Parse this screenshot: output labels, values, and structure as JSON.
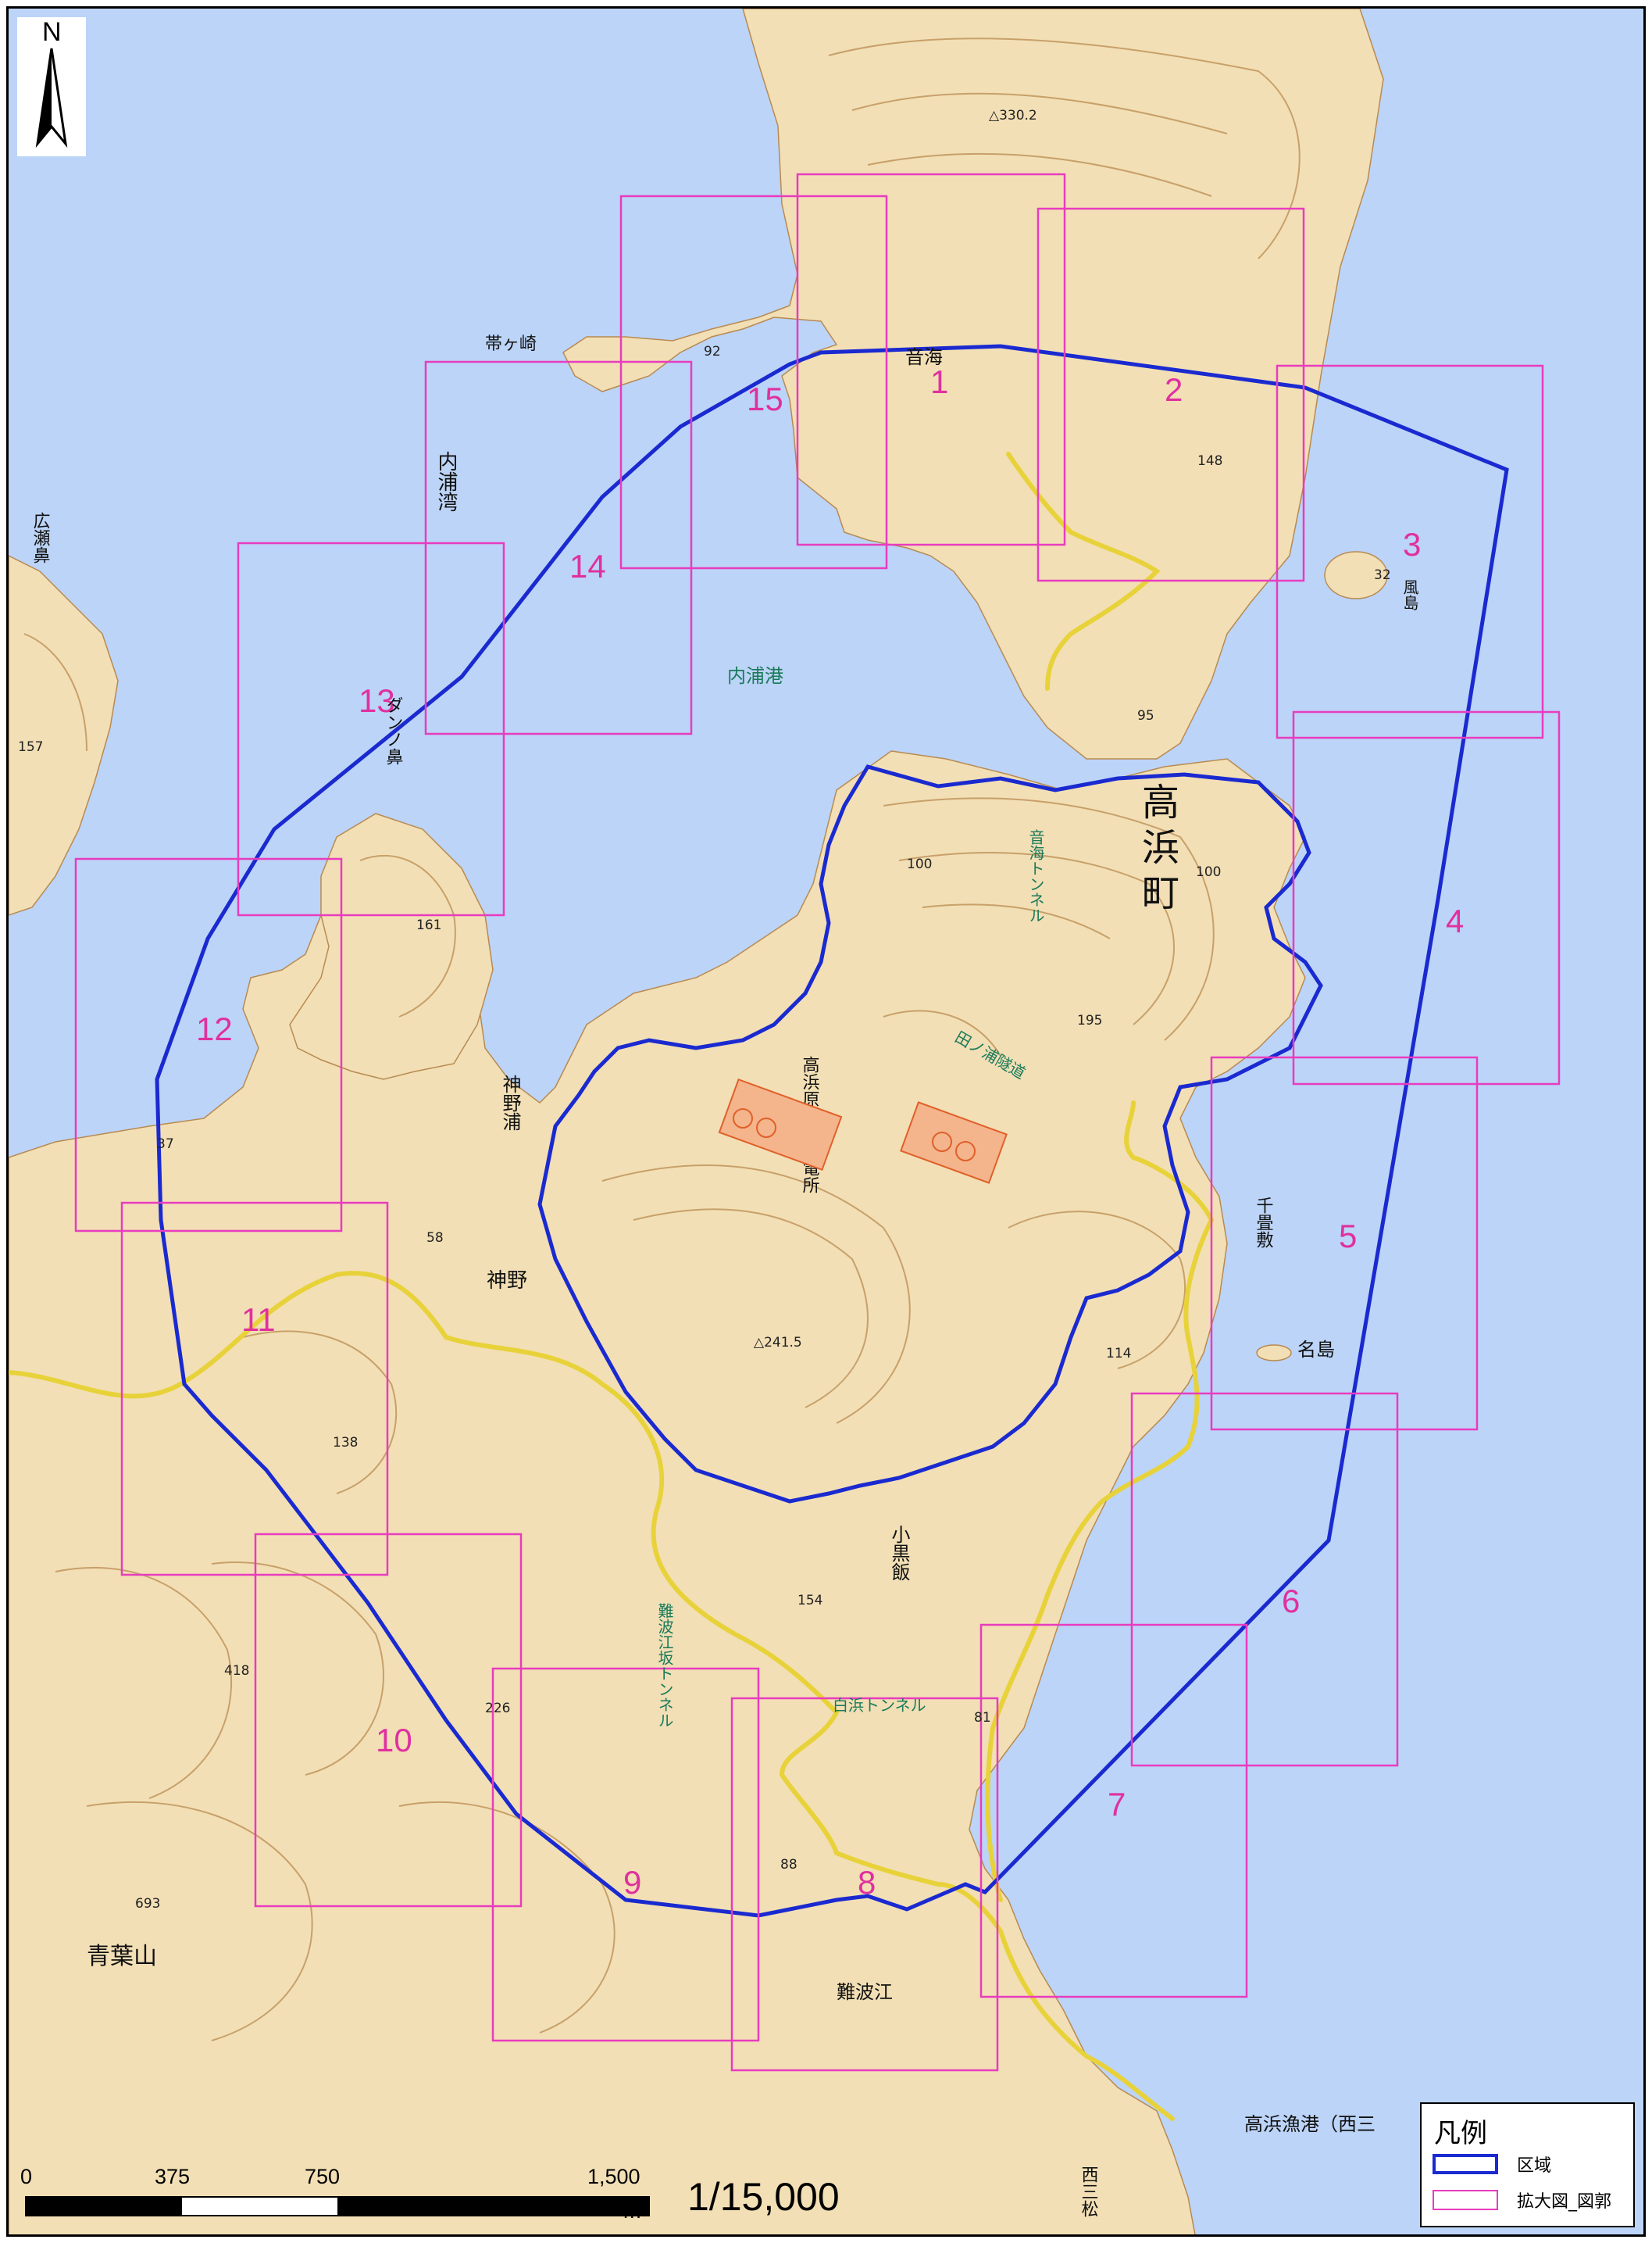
{
  "colors": {
    "sea": "#bcd4f7",
    "land": "#f2dfb5",
    "contour": "#c8a06a",
    "road": "#e8d23a",
    "area_boundary": "#1a2ad0",
    "tile_outline": "#e83cbf",
    "tile_label": "#e0309f",
    "green_label": "#1a7a5a"
  },
  "map": {
    "places": [
      {
        "id": "takahama-town",
        "text": "高浜町",
        "vertical": true,
        "size": 48
      },
      {
        "id": "otomi",
        "text": "音海",
        "vertical": false,
        "size": 24
      },
      {
        "id": "taigasaki",
        "text": "帯ヶ崎",
        "vertical": false,
        "size": 22
      },
      {
        "id": "uchiura-bay",
        "text": "内浦湾",
        "vertical": true,
        "size": 26
      },
      {
        "id": "hirose-hana",
        "text": "広瀬鼻",
        "vertical": true,
        "size": 22
      },
      {
        "id": "dan-no-hana",
        "text": "ダンノ鼻",
        "vertical": true,
        "size": 22
      },
      {
        "id": "kannoura",
        "text": "神野浦",
        "vertical": true,
        "size": 24
      },
      {
        "id": "kanno",
        "text": "神野",
        "vertical": false,
        "size": 26
      },
      {
        "id": "power-plant",
        "text": "高浜原子力発電所",
        "vertical": true,
        "size": 22
      },
      {
        "id": "chitatami",
        "text": "千畳敷",
        "vertical": true,
        "size": 22
      },
      {
        "id": "najima",
        "text": "名島",
        "vertical": false,
        "size": 24
      },
      {
        "id": "kazejima",
        "text": "風島",
        "vertical": true,
        "size": 20
      },
      {
        "id": "koguroi",
        "text": "小黒飯",
        "vertical": true,
        "size": 24
      },
      {
        "id": "nanbae",
        "text": "難波江",
        "vertical": false,
        "size": 24
      },
      {
        "id": "aobasan",
        "text": "青葉山",
        "vertical": false,
        "size": 30
      },
      {
        "id": "nishimimatsu",
        "text": "西三松",
        "vertical": true,
        "size": 22
      },
      {
        "id": "takahama-port",
        "text": "高浜漁港（西三",
        "vertical": false,
        "size": 24
      }
    ],
    "green_labels": [
      {
        "id": "uchiura-port",
        "text": "内浦港"
      },
      {
        "id": "otomi-tunnel",
        "text": "音海トンネル"
      },
      {
        "id": "tanoura-tunnel",
        "text": "田ノ浦隧道"
      },
      {
        "id": "nanbae-tunnel",
        "text": "難波江坂トンネル"
      },
      {
        "id": "shirahama-tunnel",
        "text": "白浜トンネル"
      }
    ],
    "elevations": [
      "△330.2",
      "148",
      "32",
      "95",
      "157",
      "161",
      "195",
      "37",
      "58",
      "△241.5",
      "114",
      "138",
      "154",
      "418",
      "226",
      "81",
      "88",
      "693",
      "92",
      "100",
      "100"
    ],
    "tiles": [
      "1",
      "2",
      "3",
      "4",
      "5",
      "6",
      "7",
      "8",
      "9",
      "10",
      "11",
      "12",
      "13",
      "14",
      "15"
    ]
  },
  "legend": {
    "title": "凡例",
    "items": [
      {
        "label": "区域",
        "style": "boundary"
      },
      {
        "label": "拡大図_図郭",
        "style": "tile"
      }
    ]
  },
  "north": {
    "label": "N"
  },
  "scale": {
    "ticks": [
      "0",
      "375",
      "750",
      "1,500"
    ],
    "unit": "m",
    "ratio": "1/15,000"
  }
}
